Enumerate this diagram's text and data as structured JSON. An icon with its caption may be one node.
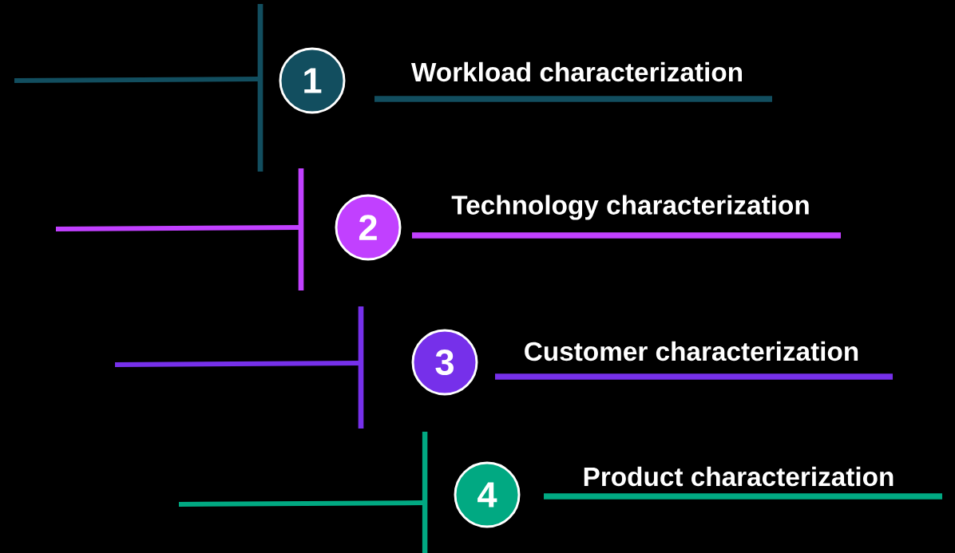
{
  "diagram": {
    "nodes": [
      {
        "text": [
          "1"
        ],
        "beside": [
          "Workload characterization"
        ]
      },
      {
        "text": [
          "2"
        ],
        "beside": [
          "Technology characterization"
        ]
      },
      {
        "text": [
          "3"
        ],
        "beside": [
          "Customer characterization"
        ]
      },
      {
        "text": [
          "4"
        ],
        "beside": [
          "Product characterization"
        ]
      }
    ]
  }
}
